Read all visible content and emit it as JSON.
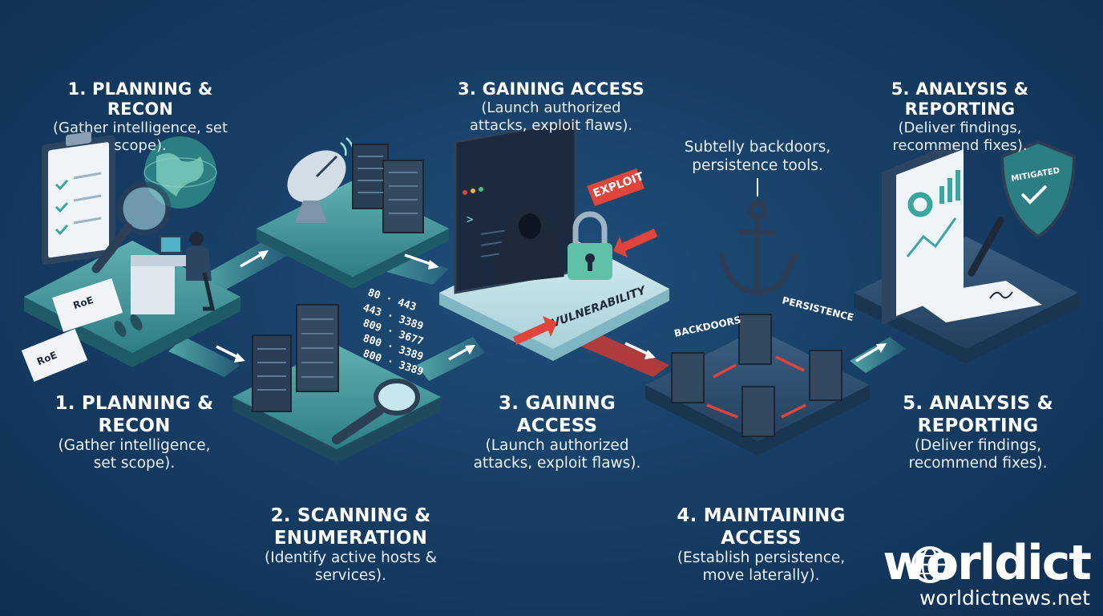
{
  "stages": {
    "planning_top": {
      "title": "1. PLANNING & RECON",
      "desc_line1": "(Gather intelligence, set",
      "desc_line2": "scope)."
    },
    "gaining_top": {
      "title": "3. GAINING ACCESS",
      "desc_line1": "(Launch authorized",
      "desc_line2": "attacks, exploit flaws)."
    },
    "reporting_top": {
      "title": "5. ANALYSIS & REPORTING",
      "desc_line1": "(Deliver findings,",
      "desc_line2": "recommend fixes)."
    },
    "planning_bottom": {
      "title_line1": "1. PLANNING &",
      "title_line2": "RECON",
      "desc_line1": "(Gather intelligence,",
      "desc_line2": "set scope)."
    },
    "scanning": {
      "title_line1": "2. SCANNING &",
      "title_line2": "ENUMERATION",
      "desc_line1": "(Identify active hosts &",
      "desc_line2": "services)."
    },
    "gaining_bottom": {
      "title_line1": "3. GAINING",
      "title_line2": "ACCESS",
      "desc_line1": "(Launch authorized",
      "desc_line2": "attacks, exploit flaws)."
    },
    "maintaining": {
      "title_line1": "4. MAINTAINING",
      "title_line2": "ACCESS",
      "desc_line1": "(Establish persistence,",
      "desc_line2": "move laterally)."
    },
    "reporting_bottom": {
      "title_line1": "5. ANALYSIS &",
      "title_line2": "REPORTING",
      "desc_line1": "(Deliver findings,",
      "desc_line2": "recommend fixes)."
    }
  },
  "callout": {
    "line1": "Subtelly backdoors,",
    "line2": "persistence tools."
  },
  "illustration_text": {
    "roe_1": "RoE",
    "roe_2": "RoE",
    "exploit_tag": "EXPLOIT",
    "vulnerability": "VULNERABILITY",
    "mitigated": "MITIGATED",
    "backdoors": "BACKDOORS",
    "persistence": "PERSISTENCE",
    "terminal_prompt": ">",
    "ports": [
      "80 · 443",
      "443 · 3389",
      "809 · 3677",
      "800 · 3389",
      "800 · 3389"
    ]
  },
  "branding": {
    "wordmark": "worldict",
    "url": "worldictnews.net"
  },
  "colors": {
    "background": "#173f66",
    "platform_teal": "#3f8f95",
    "platform_slate": "#2f4f6b",
    "server": "#2c3e55",
    "accent_red": "#e0443a",
    "arrow_white": "#ffffff"
  }
}
